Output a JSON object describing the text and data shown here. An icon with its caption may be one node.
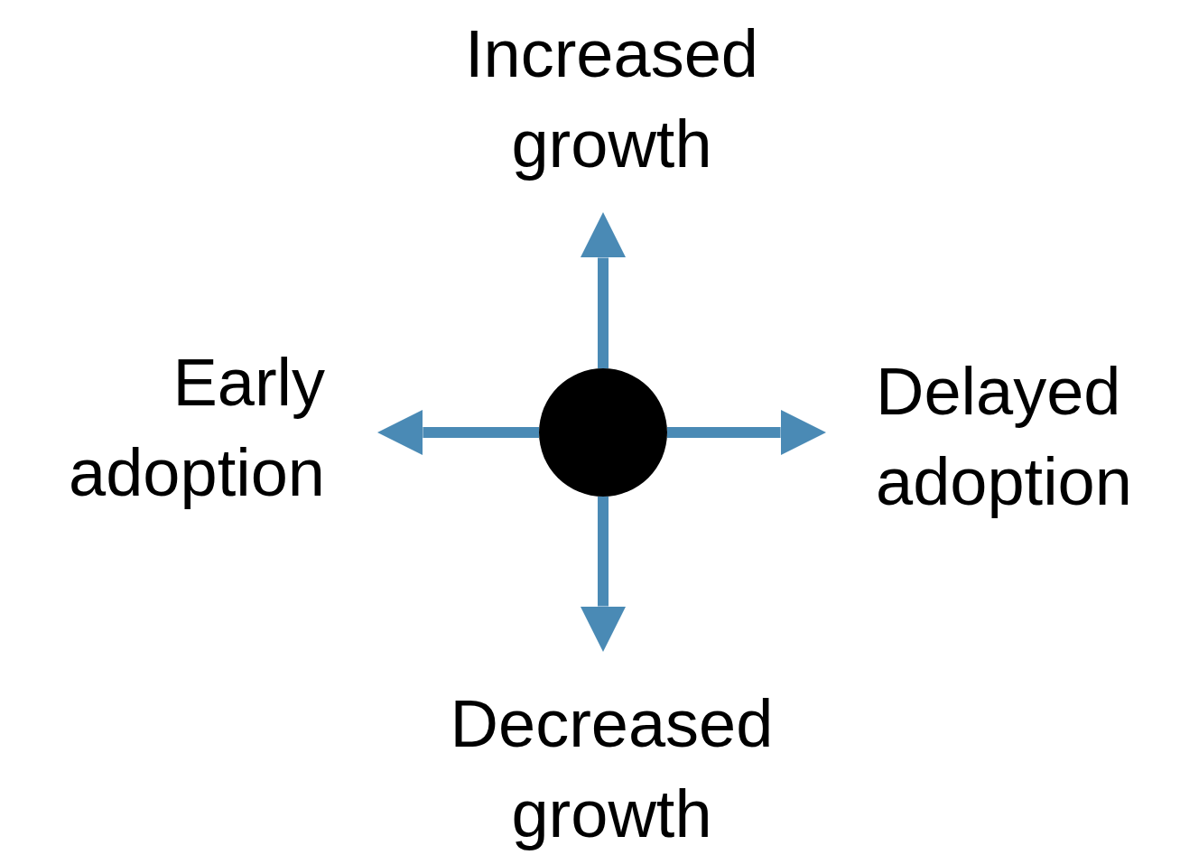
{
  "diagram": {
    "nodes": [
      {
        "text": [],
        "shape": "circle"
      },
      {
        "text": [
          "Increased growth"
        ]
      },
      {
        "text": [
          "Early adoption"
        ]
      },
      {
        "text": [
          "Delayed adoption"
        ]
      },
      {
        "text": [
          "Decreased growth"
        ]
      }
    ],
    "edges": [
      {
        "from": 0,
        "to": 1,
        "arrow": "to"
      },
      {
        "from": 0,
        "to": 2,
        "arrow": "to"
      },
      {
        "from": 0,
        "to": 3,
        "arrow": "to"
      },
      {
        "from": 0,
        "to": 4,
        "arrow": "to"
      }
    ]
  }
}
